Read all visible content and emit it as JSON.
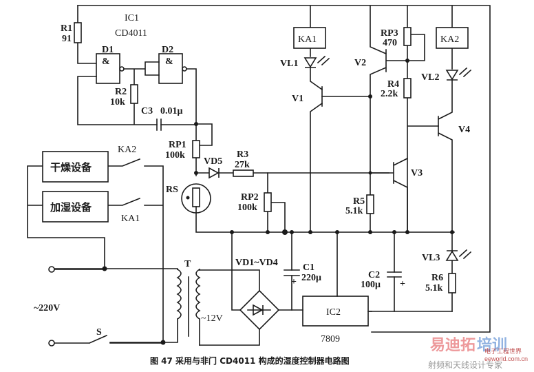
{
  "ic1": {
    "name": "IC1",
    "part": "CD4011"
  },
  "gates": {
    "d1": "D1",
    "d2": "D2",
    "symbol": "&"
  },
  "components": {
    "r1": {
      "name": "R1",
      "value": "91"
    },
    "r2": {
      "name": "R2",
      "value": "10k"
    },
    "c3": {
      "name": "C3",
      "value": "0.01μ"
    },
    "rp1": {
      "name": "RP1",
      "value": "100k"
    },
    "vd5": {
      "name": "VD5"
    },
    "r3": {
      "name": "R3",
      "value": "27k"
    },
    "rp2": {
      "name": "RP2",
      "value": "100k"
    },
    "rs": {
      "name": "RS"
    },
    "ka1": {
      "name": "KA1"
    },
    "ka2": {
      "name": "KA2"
    },
    "vl1": {
      "name": "VL1"
    },
    "vl2": {
      "name": "VL2"
    },
    "vl3": {
      "name": "VL3"
    },
    "v1": {
      "name": "V1"
    },
    "v2": {
      "name": "V2"
    },
    "v3": {
      "name": "V3"
    },
    "v4": {
      "name": "V4"
    },
    "rp3": {
      "name": "RP3",
      "value": "470"
    },
    "r4": {
      "name": "R4",
      "value": "2.2k"
    },
    "r5": {
      "name": "R5",
      "value": "5.1k"
    },
    "r6": {
      "name": "R6",
      "value": "5.1k"
    },
    "c1": {
      "name": "C1",
      "value": "220μ"
    },
    "c2": {
      "name": "C2",
      "value": "100μ"
    },
    "bridge": {
      "name": "VD1~VD4"
    },
    "ic2": {
      "name": "IC2",
      "part": "7809"
    },
    "transformer": {
      "name": "T",
      "secondary": "~12V"
    },
    "switch": {
      "name": "S"
    },
    "mains": {
      "label": "~220V"
    }
  },
  "loads": {
    "dryer": "干燥设备",
    "humidifier": "加湿设备"
  },
  "caption": "图 47   采用与非门 CD4011 构成的湿度控制器电路图",
  "watermark": {
    "line1_red": "易迪拓",
    "line1_blue": "培训",
    "line2": "射频和天线设计专家",
    "site": "eeworld.com.cn",
    "badge": "电子工程世界"
  }
}
